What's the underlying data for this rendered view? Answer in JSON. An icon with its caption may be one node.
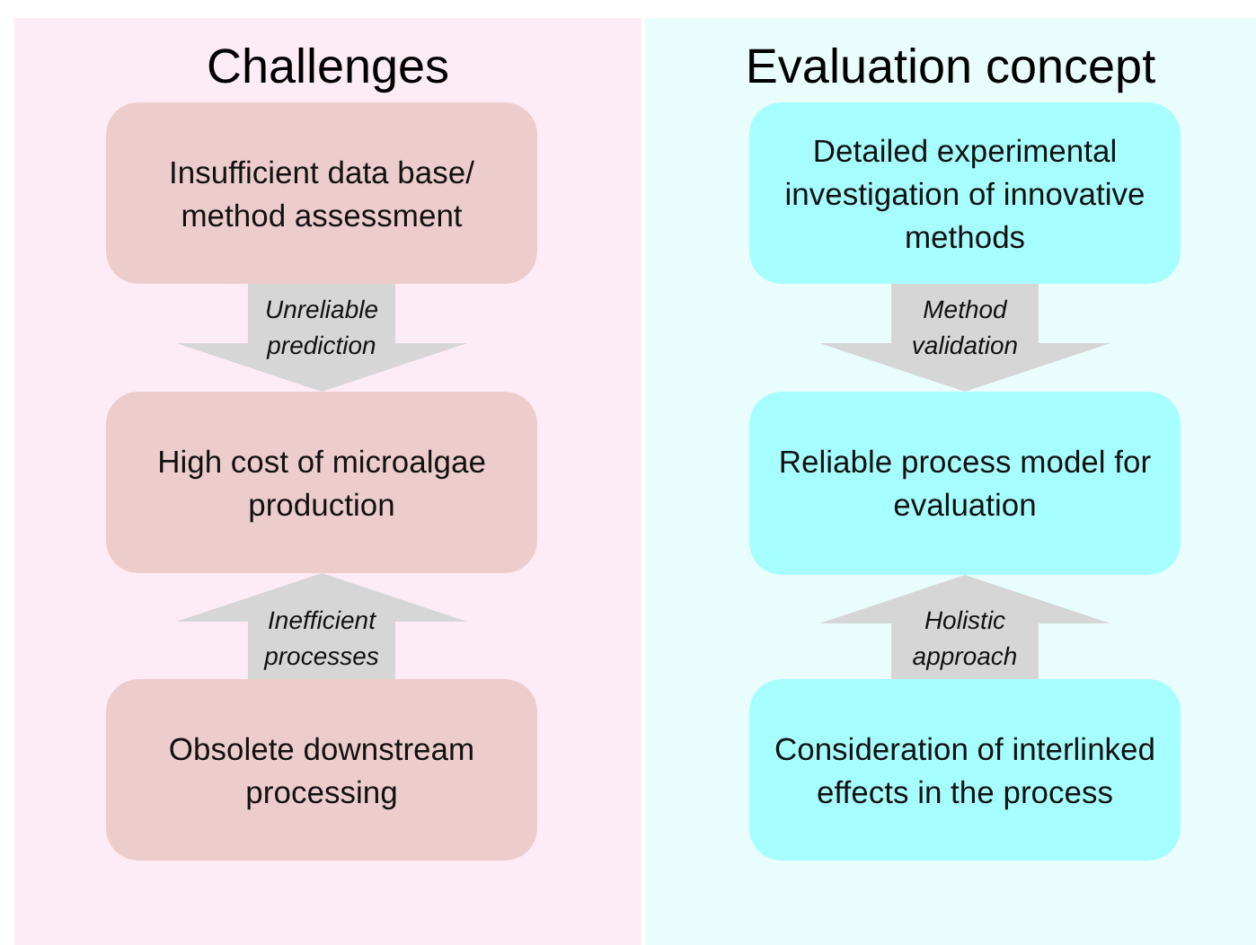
{
  "diagram": {
    "nodes": [
      {
        "text": [
          "Challenges"
        ]
      },
      {
        "text": [
          "Insufficient data base/ method assessment"
        ],
        "in": 0
      },
      {
        "text": [
          "High cost of microalgae production"
        ],
        "in": 0
      },
      {
        "text": [
          "Obsolete downstream processing"
        ],
        "in": 0
      },
      {
        "text": [
          "Evaluation concept"
        ]
      },
      {
        "text": [
          "Detailed experimental investigation of innovative methods"
        ],
        "in": 4
      },
      {
        "text": [
          "Reliable process model for evaluation"
        ],
        "in": 4
      },
      {
        "text": [
          "Consideration of interlinked effects in the process"
        ],
        "in": 4
      }
    ],
    "edges": [
      {
        "from": 1,
        "to": 2,
        "arrow": "to",
        "label": "Unreliable prediction"
      },
      {
        "from": 3,
        "to": 2,
        "arrow": "to",
        "label": "Inefficient processes"
      },
      {
        "from": 5,
        "to": 6,
        "arrow": "to",
        "label": "Method validation"
      },
      {
        "from": 7,
        "to": 6,
        "arrow": "to",
        "label": "Holistic approach"
      }
    ]
  }
}
